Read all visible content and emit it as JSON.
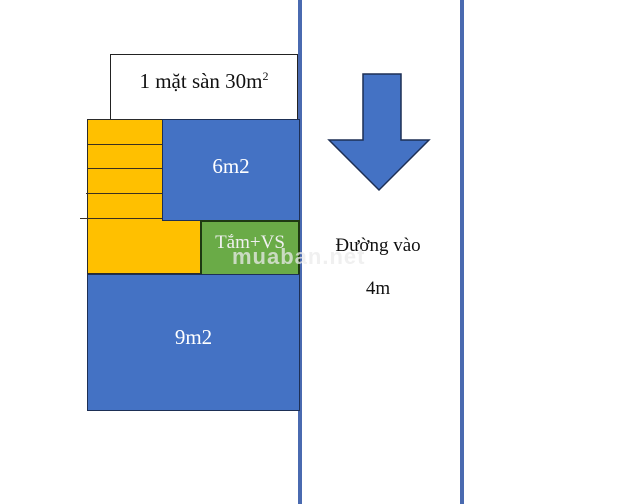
{
  "diagram": {
    "title_box": {
      "text": "1 mặt sàn 30m",
      "superscript": "2"
    },
    "rooms": [
      {
        "id": "room-6m2",
        "label": "6m2",
        "color": "#4472c4"
      },
      {
        "id": "bath",
        "label": "Tắm+VS",
        "color": "#6aab47"
      },
      {
        "id": "room-9m2",
        "label": "9m2",
        "color": "#4472c4"
      },
      {
        "id": "stairs",
        "label": "",
        "color": "#ffc000"
      }
    ],
    "road": {
      "label": "Đường vào",
      "width": "4m",
      "arrow": "down-arrow-icon",
      "line_color": "#4a6ab0"
    },
    "watermark": "muaban.net"
  }
}
